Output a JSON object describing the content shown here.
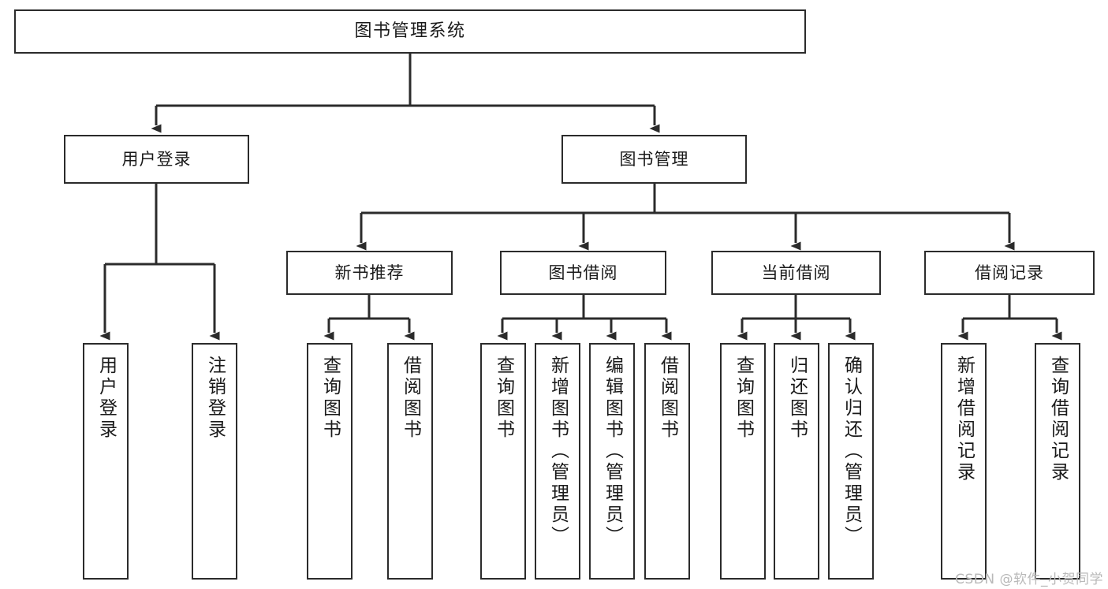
{
  "diagram": {
    "type": "tree",
    "title": "图书管理系统",
    "root": {
      "id": "root",
      "label": "图书管理系统"
    },
    "level1": [
      {
        "id": "user-login",
        "label": "用户登录"
      },
      {
        "id": "book-manage",
        "label": "图书管理"
      }
    ],
    "level2": [
      {
        "id": "new-book-rec",
        "label": "新书推荐",
        "parent": "book-manage"
      },
      {
        "id": "book-borrow",
        "label": "图书借阅",
        "parent": "book-manage"
      },
      {
        "id": "current-borrow",
        "label": "当前借阅",
        "parent": "book-manage"
      },
      {
        "id": "borrow-record",
        "label": "借阅记录",
        "parent": "book-manage"
      }
    ],
    "leaves": [
      {
        "id": "leaf-user-login",
        "label": "用户登录",
        "parent": "user-login"
      },
      {
        "id": "leaf-user-logout",
        "label": "注销登录",
        "parent": "user-login"
      },
      {
        "id": "leaf-query-book-1",
        "label": "查询图书",
        "parent": "new-book-rec"
      },
      {
        "id": "leaf-borrow-book-1",
        "label": "借阅图书",
        "parent": "new-book-rec"
      },
      {
        "id": "leaf-query-book-2",
        "label": "查询图书",
        "parent": "book-borrow"
      },
      {
        "id": "leaf-add-book",
        "label": "新增图书（管理员）",
        "parent": "book-borrow"
      },
      {
        "id": "leaf-edit-book",
        "label": "编辑图书（管理员）",
        "parent": "book-borrow"
      },
      {
        "id": "leaf-borrow-book-2",
        "label": "借阅图书",
        "parent": "book-borrow"
      },
      {
        "id": "leaf-query-book-3",
        "label": "查询图书",
        "parent": "current-borrow"
      },
      {
        "id": "leaf-return-book",
        "label": "归还图书",
        "parent": "current-borrow"
      },
      {
        "id": "leaf-confirm-return",
        "label": "确认归还（管理员）",
        "parent": "current-borrow"
      },
      {
        "id": "leaf-add-record",
        "label": "新增借阅记录",
        "parent": "borrow-record"
      },
      {
        "id": "leaf-query-record",
        "label": "查询借阅记录",
        "parent": "borrow-record"
      }
    ],
    "colors": {
      "box_border": "#2b2b2b",
      "box_fill": "#ffffff",
      "connector": "#2b2b2b",
      "text": "#1a1a1a",
      "watermark": "#b9b9b9"
    }
  },
  "watermark": {
    "text": "CSDN @软件_小贺同学"
  }
}
